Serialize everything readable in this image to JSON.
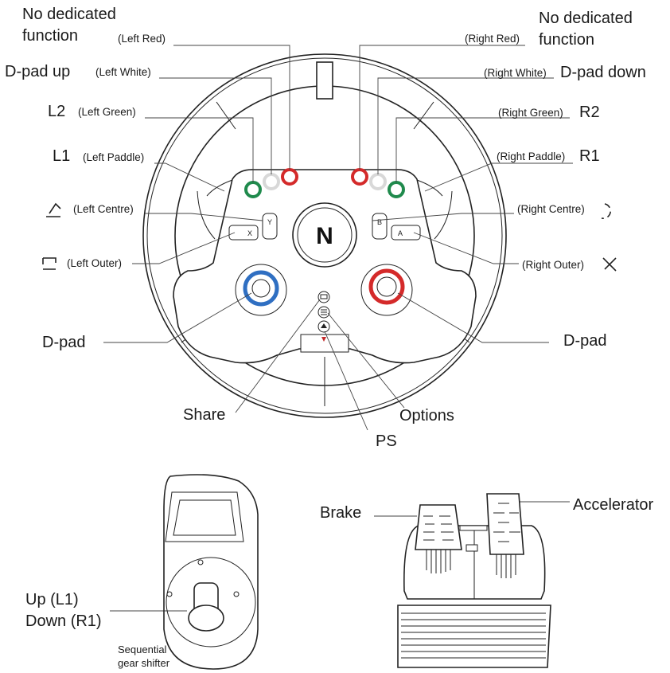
{
  "wheel": {
    "logo_letter": "N",
    "buttons": {
      "y": "Y",
      "b": "B",
      "x": "X",
      "a": "A"
    }
  },
  "labels": {
    "left_red": "(Left Red)",
    "right_red": "(Right Red)",
    "left_white": "(Left White)",
    "right_white": "(Right White)",
    "left_green": "(Left Green)",
    "right_green": "(Right Green)",
    "left_paddle": "(Left Paddle)",
    "right_paddle": "(Right Paddle)",
    "left_centre": "(Left Centre)",
    "right_centre": "(Right Centre)",
    "left_outer": "(Left Outer)",
    "right_outer": "(Right Outer)"
  },
  "functions": {
    "no_dedicated_left_line1": "No dedicated",
    "no_dedicated_left_line2": "function",
    "no_dedicated_right_line1": "No dedicated",
    "no_dedicated_right_line2": "function",
    "dpad_up": "D-pad up",
    "dpad_down": "D-pad down",
    "l2": "L2",
    "r2": "R2",
    "l1": "L1",
    "r1": "R1",
    "dpad_left": "D-pad",
    "dpad_right": "D-pad",
    "share": "Share",
    "options": "Options",
    "ps": "PS"
  },
  "shifter": {
    "up_label": "Up (L1)",
    "down_label": "Down (R1)",
    "caption_line1": "Sequential",
    "caption_line2": "gear shifter"
  },
  "pedals": {
    "brake": "Brake",
    "accelerator": "Accelerator"
  },
  "colors": {
    "red": "#d42a2a",
    "green": "#1f8a4c",
    "white_button": "#d8d8d8",
    "blue": "#2f6fc2",
    "ps_marker": "#c42a2a"
  }
}
